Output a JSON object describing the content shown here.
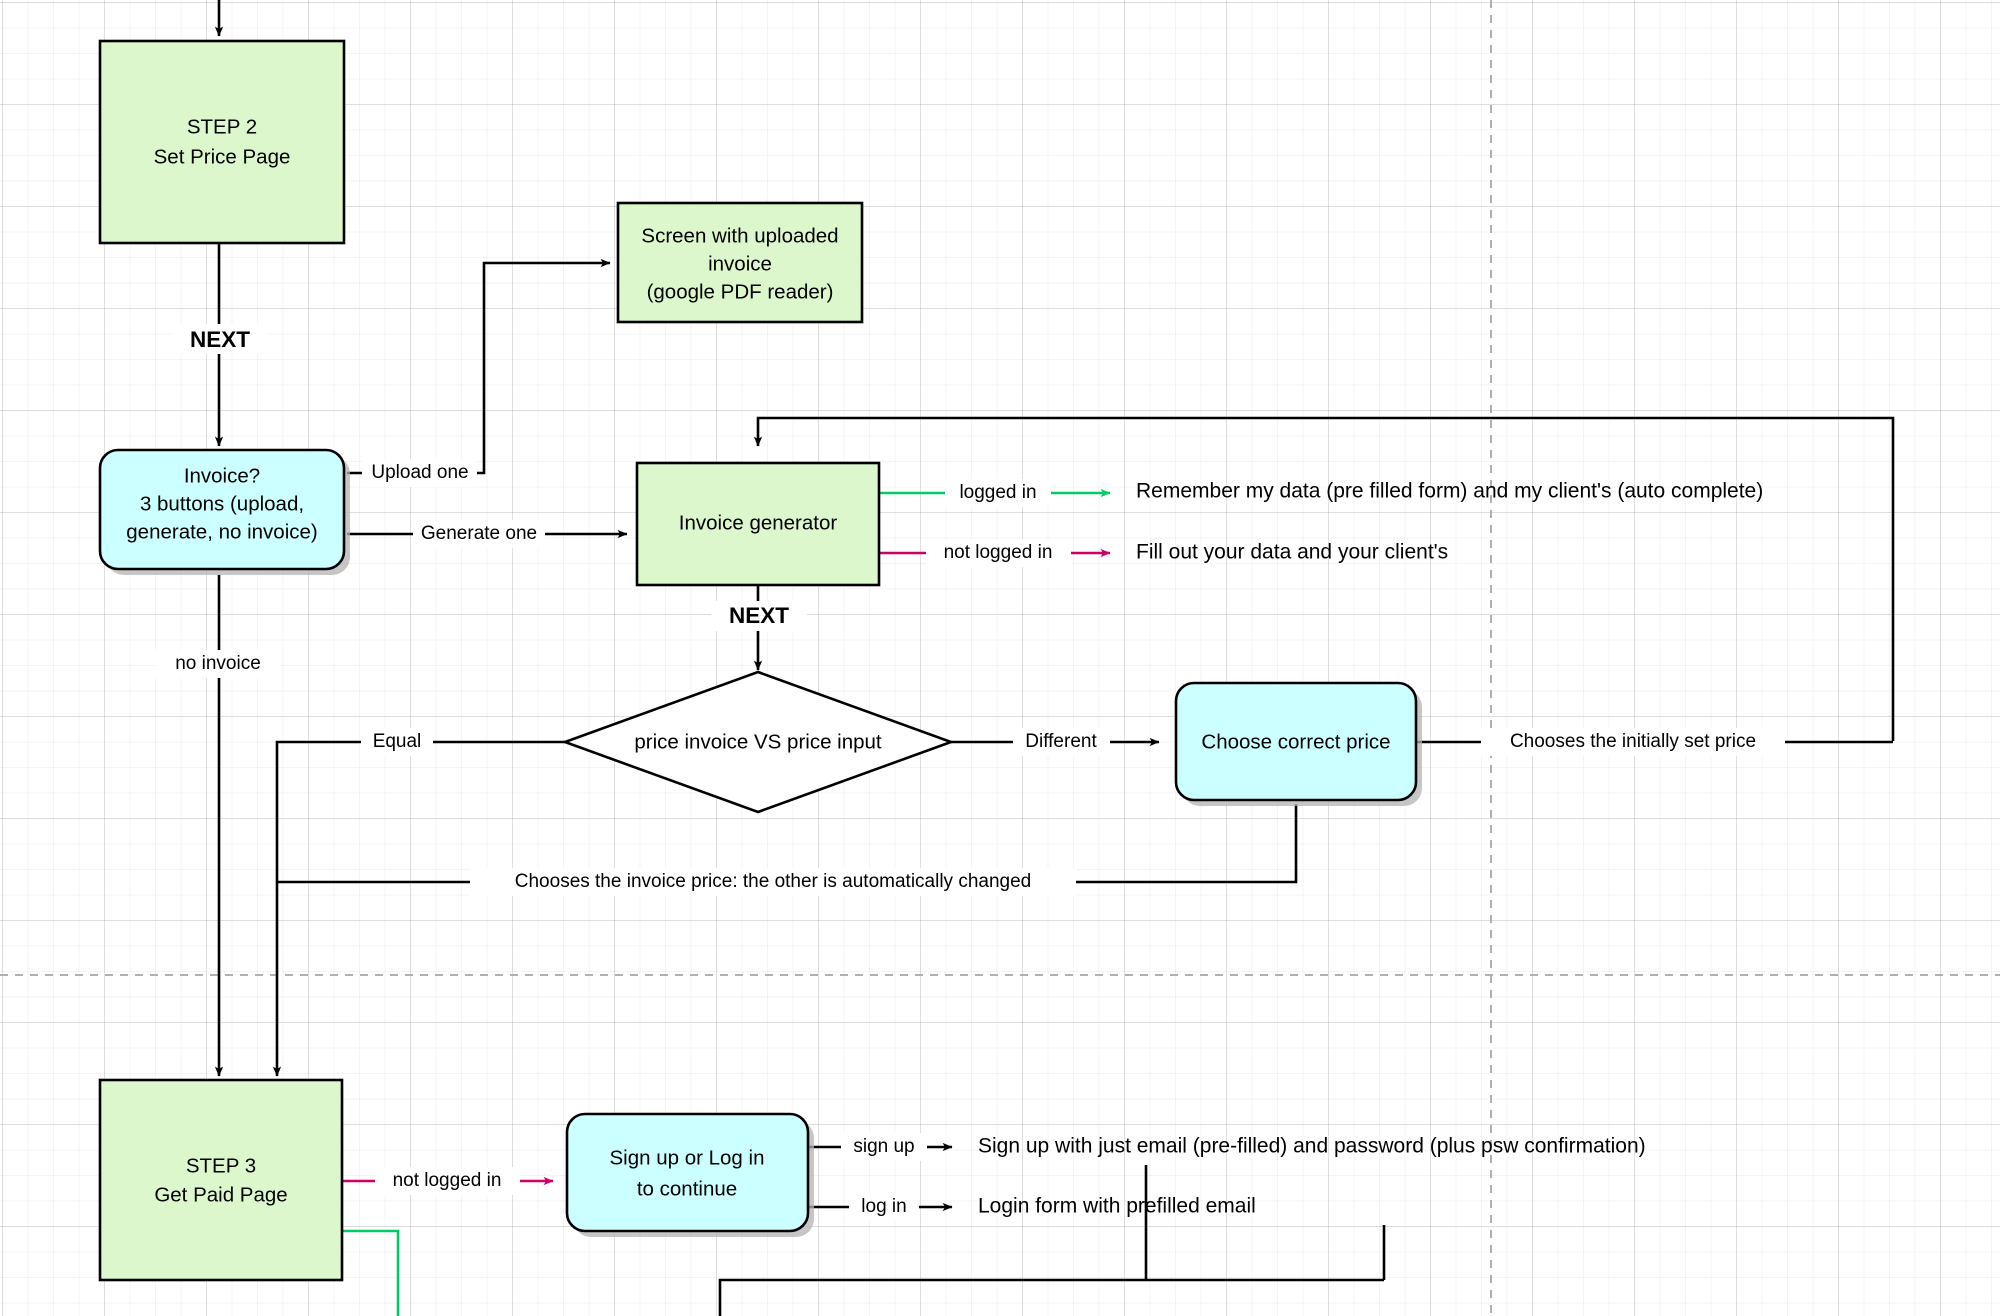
{
  "diagram": {
    "type": "flowchart",
    "title": "Invoice / Pricing user flow",
    "colors": {
      "process_fill": "#ddf7cc",
      "decision_fill": "#ccffff",
      "diamond_fill": "#ffffff",
      "stroke": "#000000",
      "edge_green": "#00CC66",
      "edge_pink": "#CC0066",
      "grid": "#e6e6e6",
      "page_break": "#b0b0b0"
    },
    "nodes": {
      "step2": {
        "line1": "STEP 2",
        "line2": "Set Price Page",
        "shape": "rect",
        "fill": "green"
      },
      "uploaded_screen": {
        "line1": "Screen with uploaded",
        "line2": "invoice",
        "line3": "(google PDF reader)",
        "shape": "rect",
        "fill": "green"
      },
      "invoice_question": {
        "line1": "Invoice?",
        "line2": "3 buttons (upload,",
        "line3": "generate, no invoice)",
        "shape": "rounded",
        "fill": "cyan"
      },
      "invoice_generator": {
        "line1": "Invoice generator",
        "shape": "rect",
        "fill": "green"
      },
      "price_compare": {
        "line1": "price invoice VS price input",
        "shape": "diamond",
        "fill": "white"
      },
      "choose_price": {
        "line1": "Choose correct price",
        "shape": "rounded",
        "fill": "cyan"
      },
      "step3": {
        "line1": "STEP 3",
        "line2": "Get Paid Page",
        "shape": "rect",
        "fill": "green"
      },
      "signup_login": {
        "line1": "Sign up or Log in",
        "line2": "to continue",
        "shape": "rounded",
        "fill": "cyan"
      }
    },
    "edge_labels": {
      "next_1": "NEXT",
      "next_2": "NEXT",
      "upload_one": "Upload one",
      "generate_one": "Generate one",
      "no_invoice": "no invoice",
      "logged_in": "logged in",
      "not_logged_in": "not logged in",
      "equal": "Equal",
      "different": "Different",
      "chooses_initial": "Chooses the initially set price",
      "chooses_invoice": "Chooses the invoice price: the other is automatically changed",
      "not_logged_in_2": "not logged in",
      "sign_up": "sign up",
      "log_in": "log in"
    },
    "annotations": {
      "remember_data": "Remember my data (pre filled form) and my client's (auto complete)",
      "fill_out": "Fill out your data and your client's",
      "signup_desc": "Sign up with just email (pre-filled) and password (plus psw confirmation)",
      "login_desc": "Login form with prefilled email"
    }
  }
}
